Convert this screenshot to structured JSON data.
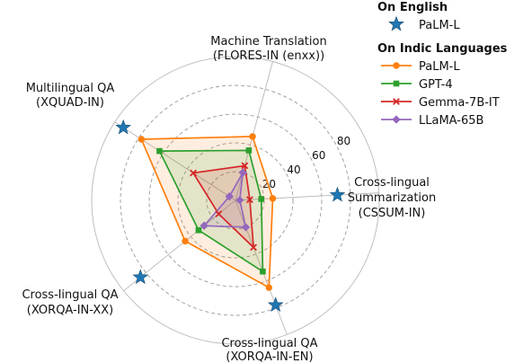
{
  "chart_data": {
    "type": "radar",
    "axes": [
      {
        "line1": "Machine Translation",
        "line2": "(FLORES-IN (enxx))"
      },
      {
        "line1": "Cross-lingual",
        "line2": "Summarization",
        "line3": "(CSSUM-IN)"
      },
      {
        "line1": "Cross-lingual QA",
        "line2": "(XORQA-IN-EN)"
      },
      {
        "line1": "Cross-lingual QA",
        "line2": "(XORQA-IN-XX)"
      },
      {
        "line1": "Multilingual QA",
        "line2": "(XQUAD-IN)"
      }
    ],
    "radial_ticks": [
      20,
      40,
      60,
      80
    ],
    "rmax": 100,
    "grid": true,
    "legend_position": "top-right",
    "groups": [
      {
        "title": "On English",
        "series_indices": [
          0
        ]
      },
      {
        "title": "On Indic Languages",
        "series_indices": [
          1,
          2,
          3,
          4
        ]
      }
    ],
    "series": [
      {
        "name": "PaLM-L",
        "marker": "star",
        "color": "#1f77b4",
        "line": false,
        "fill": false,
        "values": [
          null,
          71,
          78,
          85,
          93
        ]
      },
      {
        "name": "PaLM-L",
        "marker": "circle",
        "color": "#ff7f0e",
        "line": true,
        "fill": true,
        "values": [
          46,
          26,
          65,
          45,
          78
        ]
      },
      {
        "name": "GPT-4",
        "marker": "square",
        "color": "#2ca02c",
        "line": true,
        "fill": true,
        "values": [
          36,
          18,
          53,
          33,
          63
        ]
      },
      {
        "name": "Gemma-7B-IT",
        "marker": "x",
        "color": "#d62728",
        "line": true,
        "fill": true,
        "values": [
          25,
          10,
          35,
          15,
          35
        ]
      },
      {
        "name": "LLaMA-65B",
        "marker": "diamond",
        "color": "#9467bd",
        "line": true,
        "fill": true,
        "values": [
          20,
          3,
          20,
          28,
          5
        ]
      }
    ]
  }
}
